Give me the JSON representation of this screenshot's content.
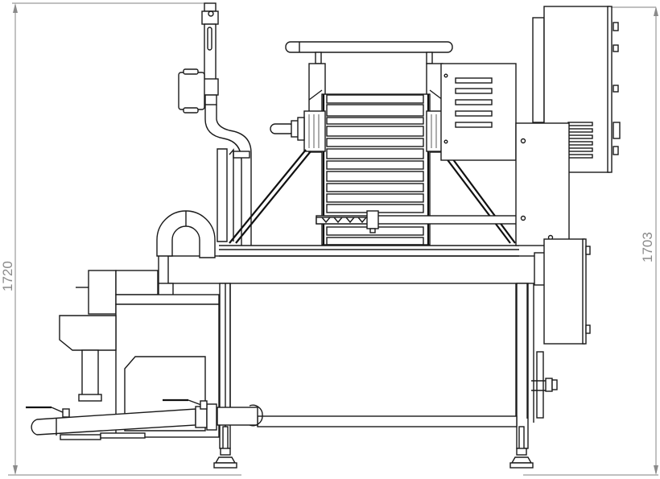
{
  "drawing": {
    "type": "technical side elevation",
    "subject": "machine with inclined slatted conveyor, control cabinets, piping and adjustable feet",
    "line_color": "#1a1a1a",
    "background": "#ffffff"
  },
  "dimensions": {
    "left": {
      "value": "1720",
      "orientation": "vertical",
      "color": "#8a8a8a"
    },
    "right": {
      "value": "1703",
      "orientation": "vertical",
      "color": "#8a8a8a"
    }
  }
}
